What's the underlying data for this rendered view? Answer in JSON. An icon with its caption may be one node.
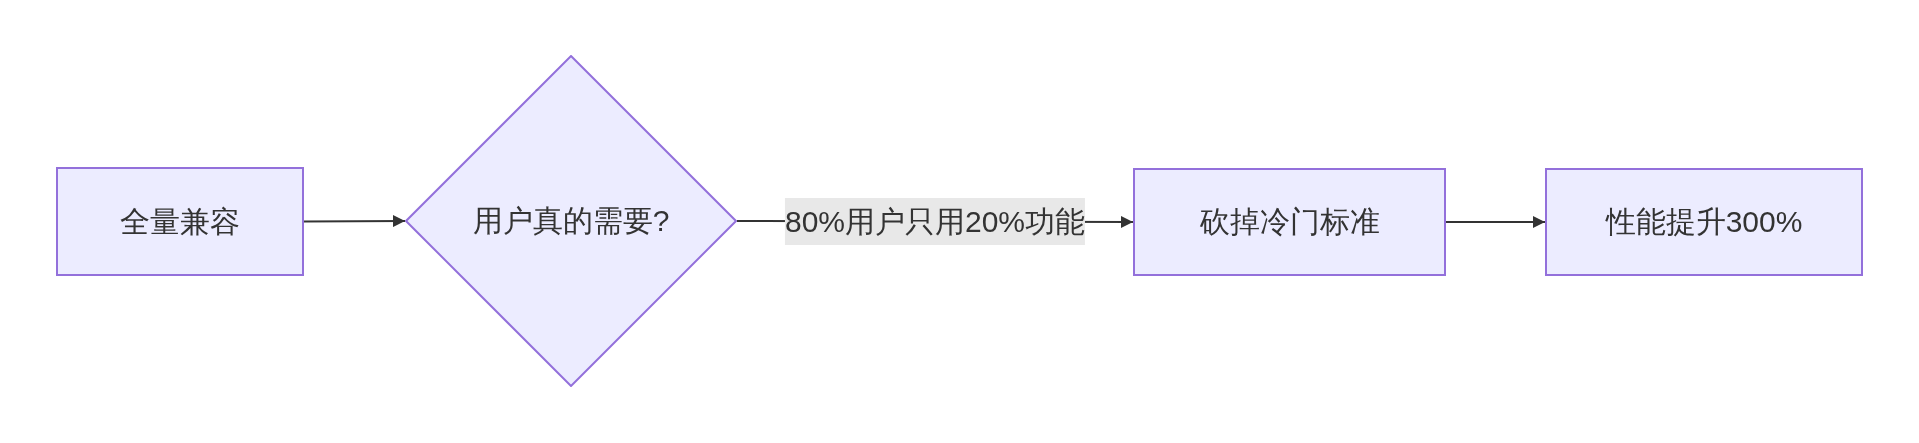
{
  "diagram": {
    "nodes": [
      {
        "text": [
          "全量兼容"
        ]
      },
      {
        "text": [
          "用户真的需要?"
        ]
      },
      {
        "text": [
          "砍掉冷门标准"
        ]
      },
      {
        "text": [
          "性能提升300%"
        ]
      }
    ],
    "edges": [
      {
        "from": 0,
        "to": 1,
        "arrow": "to"
      },
      {
        "from": 1,
        "to": 2,
        "arrow": "to",
        "label": "80%用户只用20%功能"
      },
      {
        "from": 2,
        "to": 3,
        "arrow": "to"
      }
    ]
  }
}
